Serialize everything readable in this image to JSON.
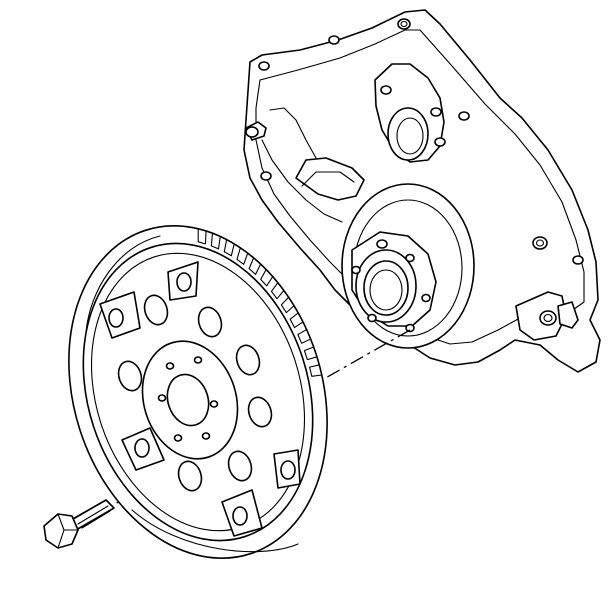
{
  "diagram": {
    "parts": [
      {
        "id": "engine-rear-cover",
        "kind": "housing"
      },
      {
        "id": "crankshaft-flange",
        "kind": "hub"
      },
      {
        "id": "flywheel",
        "kind": "ring-gear-plate"
      },
      {
        "id": "flywheel-bolt",
        "kind": "fastener"
      }
    ],
    "colors": {
      "ink": "#000000",
      "background": "#ffffff"
    }
  }
}
